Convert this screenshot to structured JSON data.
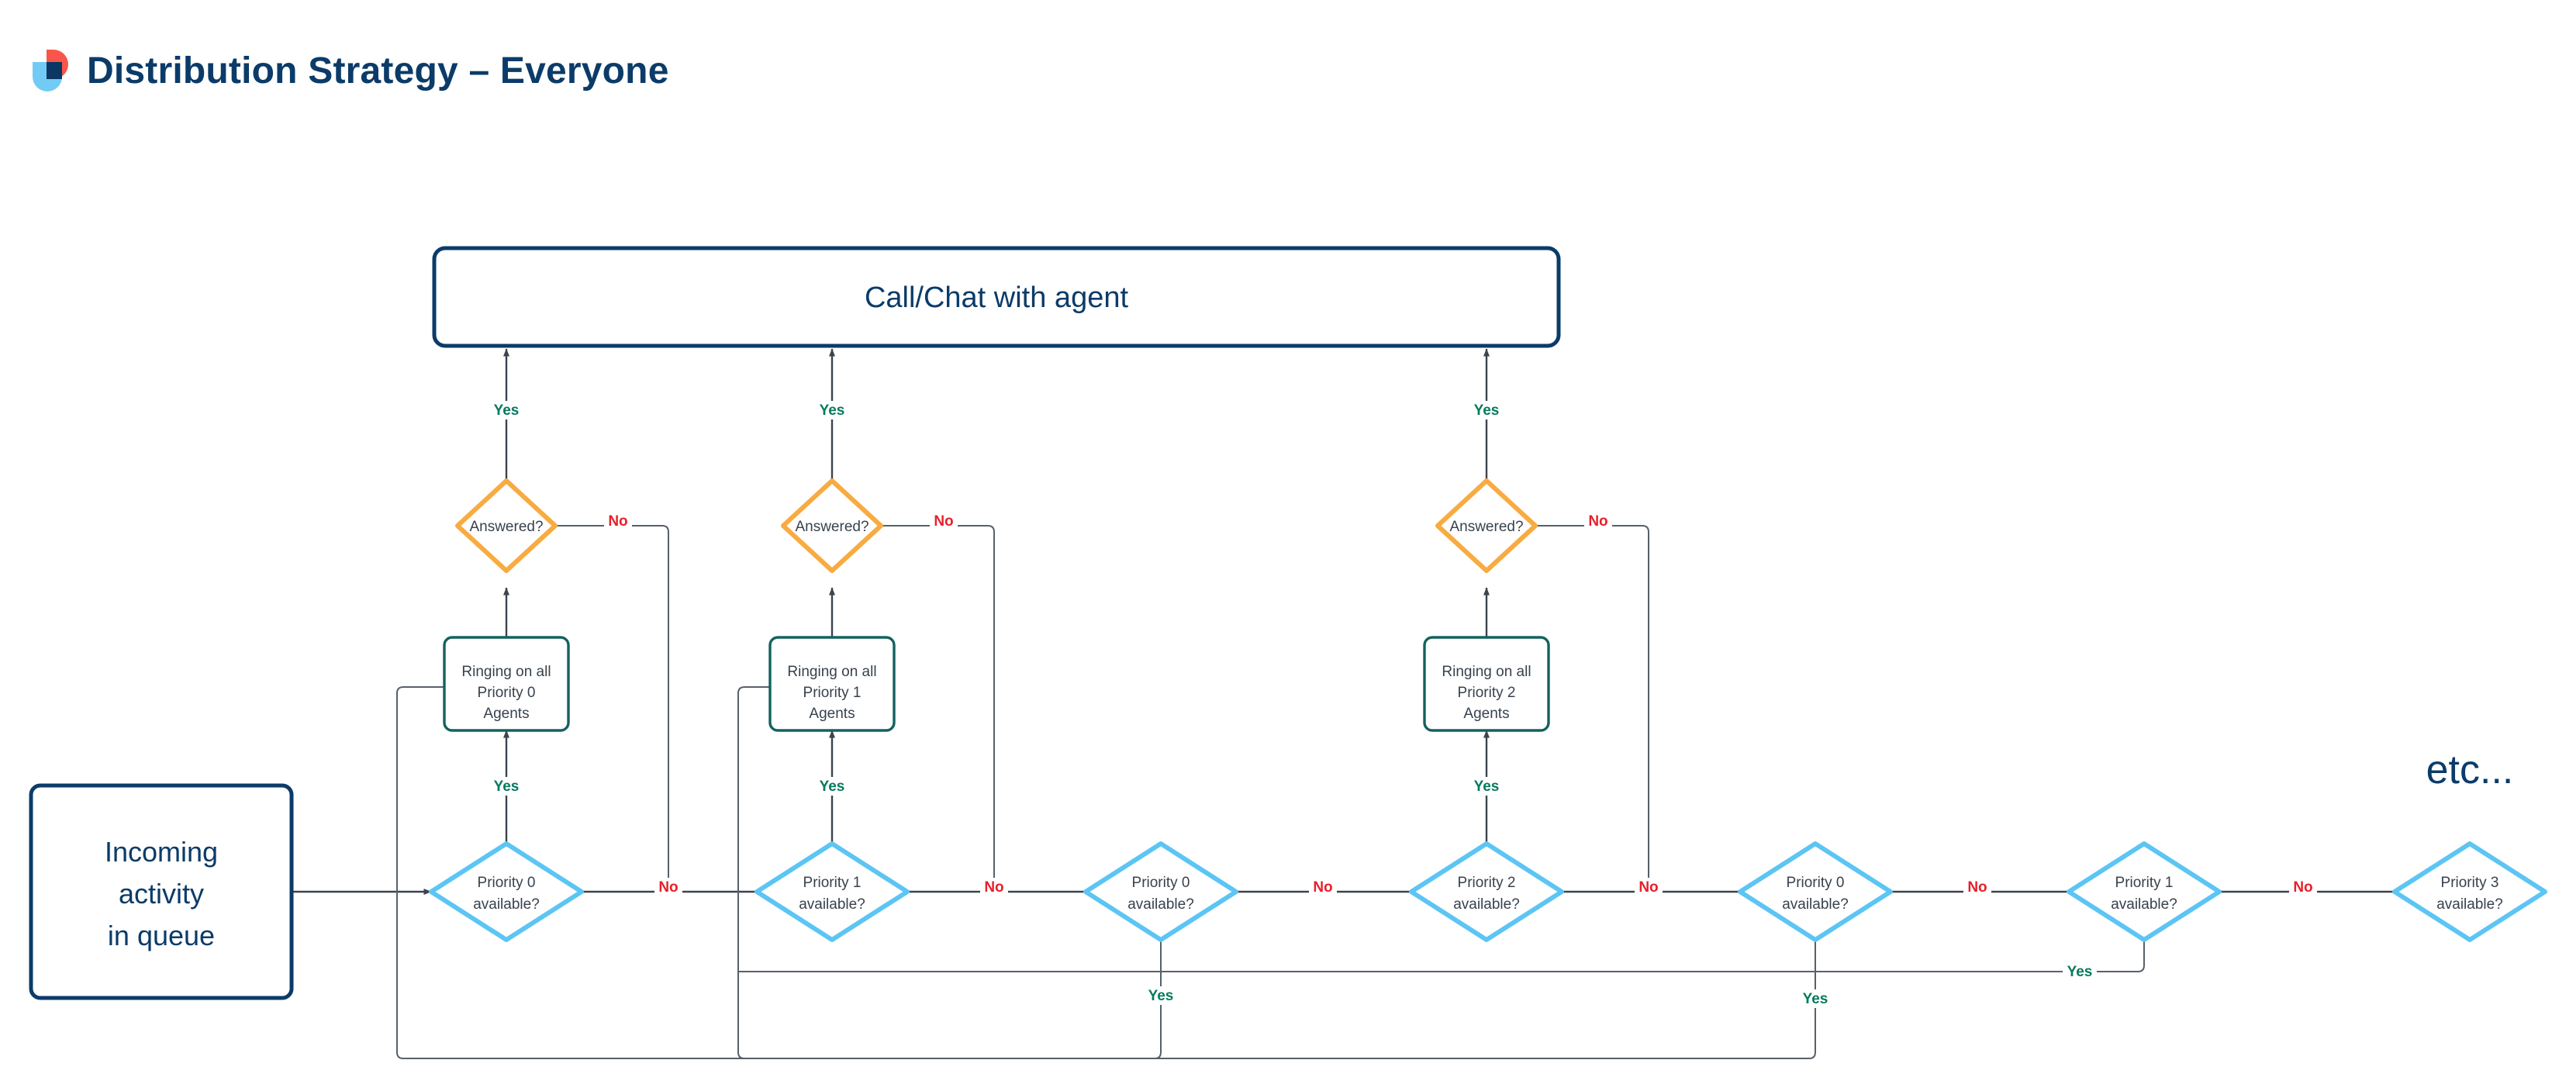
{
  "header": {
    "title": "Distribution Strategy – Everyone",
    "logo_name": "brand-logo",
    "logo_colors": {
      "red": "#f9554a",
      "blue": "#72cbf4",
      "navy": "#0a3763"
    }
  },
  "palette": {
    "navy": "#0b3b69",
    "teal": "#13625f",
    "orange": "#f8ab41",
    "light_blue": "#5cc5f4",
    "yes_green": "#067a5d",
    "no_red": "#e8202a",
    "edge": "#3b444f",
    "node_text": "#38424d",
    "background": "#ffffff"
  },
  "diagram": {
    "type": "flowchart",
    "start_node": {
      "id": "start",
      "lines": [
        "Incoming",
        "activity",
        "in queue"
      ],
      "shape": "rounded-rect",
      "color": "#0b3b69"
    },
    "terminal_node": {
      "id": "call-chat",
      "label": "Call/Chat with agent",
      "shape": "rounded-rect",
      "color": "#0b3b69"
    },
    "etc_note": "etc...",
    "availability_decisions": [
      {
        "id": "avail-0",
        "lines": [
          "Priority 0",
          "available?"
        ],
        "yes": "Yes",
        "no": "No"
      },
      {
        "id": "avail-1",
        "lines": [
          "Priority 1",
          "available?"
        ],
        "yes": "Yes",
        "no": "No"
      },
      {
        "id": "avail-2",
        "lines": [
          "Priority 0",
          "available?"
        ],
        "yes": "Yes",
        "no": "No"
      },
      {
        "id": "avail-3",
        "lines": [
          "Priority 2",
          "available?"
        ],
        "yes": "Yes",
        "no": "No"
      },
      {
        "id": "avail-4",
        "lines": [
          "Priority 0",
          "available?"
        ],
        "yes": "Yes",
        "no": "No"
      },
      {
        "id": "avail-5",
        "lines": [
          "Priority 1",
          "available?"
        ],
        "yes": "Yes",
        "no": "No"
      },
      {
        "id": "avail-6",
        "lines": [
          "Priority 3",
          "available?"
        ],
        "yes": "",
        "no": ""
      }
    ],
    "ringing_nodes": [
      {
        "id": "ring-0",
        "lines": [
          "Ringing on all",
          "Priority 0",
          "Agents"
        ]
      },
      {
        "id": "ring-1",
        "lines": [
          "Ringing on all",
          "Priority 1",
          "Agents"
        ]
      },
      {
        "id": "ring-2",
        "lines": [
          "Ringing on all",
          "Priority 2",
          "Agents"
        ]
      }
    ],
    "answered_decisions": [
      {
        "id": "answered-0",
        "label": "Answered?",
        "yes": "Yes",
        "no": "No"
      },
      {
        "id": "answered-1",
        "label": "Answered?",
        "yes": "Yes",
        "no": "No"
      },
      {
        "id": "answered-2",
        "label": "Answered?",
        "yes": "Yes",
        "no": "No"
      }
    ],
    "edge_labels": {
      "yes": "Yes",
      "no": "No"
    }
  }
}
